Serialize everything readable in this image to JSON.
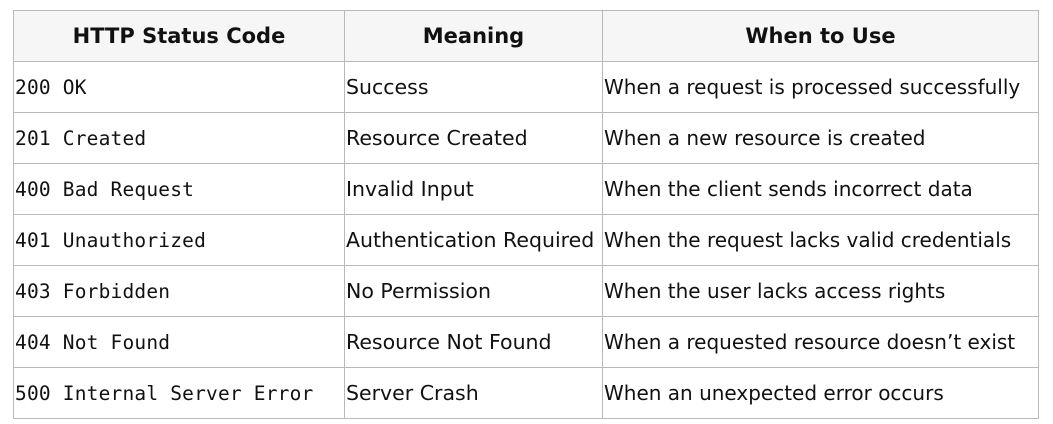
{
  "table": {
    "headers": [
      "HTTP Status Code",
      "Meaning",
      "When to Use"
    ],
    "rows": [
      {
        "code": "200 OK",
        "meaning": "Success",
        "when": "When a request is processed successfully"
      },
      {
        "code": "201 Created",
        "meaning": "Resource Created",
        "when": "When a new resource is created"
      },
      {
        "code": "400 Bad Request",
        "meaning": "Invalid Input",
        "when": "When the client sends incorrect data"
      },
      {
        "code": "401 Unauthorized",
        "meaning": "Authentication Required",
        "when": "When the request lacks valid credentials"
      },
      {
        "code": "403 Forbidden",
        "meaning": "No Permission",
        "when": "When the user lacks access rights"
      },
      {
        "code": "404 Not Found",
        "meaning": "Resource Not Found",
        "when": "When a requested resource doesn’t exist"
      },
      {
        "code": "500 Internal Server Error",
        "meaning": "Server Crash",
        "when": "When an unexpected error occurs"
      }
    ]
  }
}
